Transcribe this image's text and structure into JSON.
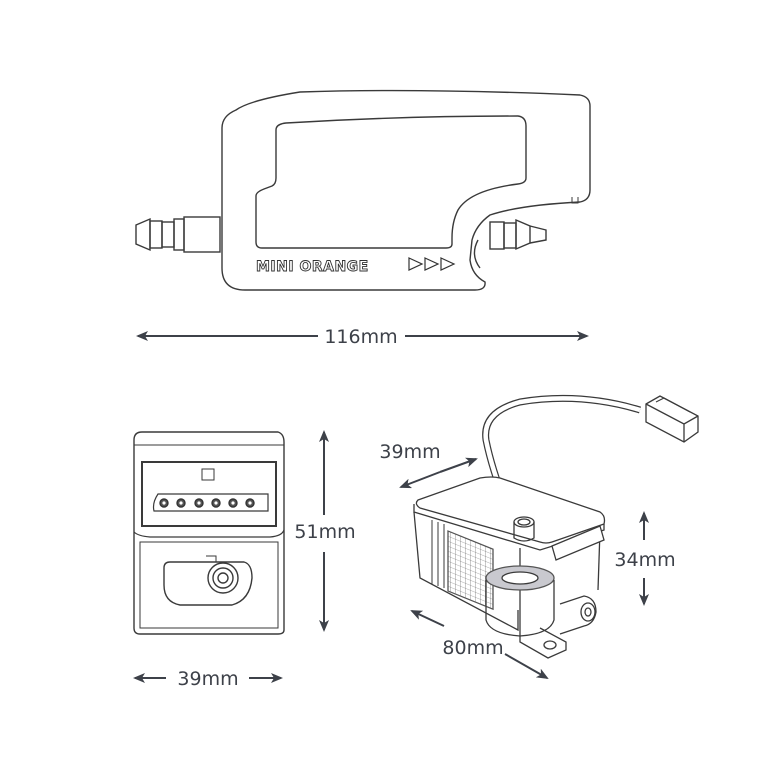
{
  "diagram": {
    "subject": "Mini Orange condensate pump dimensions",
    "brand_label": "MINI ORANGE",
    "flow_arrows": "▷▷▷",
    "colors": {
      "line": "#3a3a3a",
      "dim": "#3d4149",
      "bg": "#ffffff",
      "ring": "#c9c9cf"
    },
    "views": {
      "side": {
        "name": "side-view",
        "length_label": "116mm"
      },
      "front": {
        "name": "front-view",
        "height_label": "51mm",
        "width_label": "39mm",
        "pins": 6
      },
      "iso": {
        "name": "isometric-view",
        "depth_label": "39mm",
        "height_label": "34mm",
        "length_label": "80mm"
      }
    }
  }
}
